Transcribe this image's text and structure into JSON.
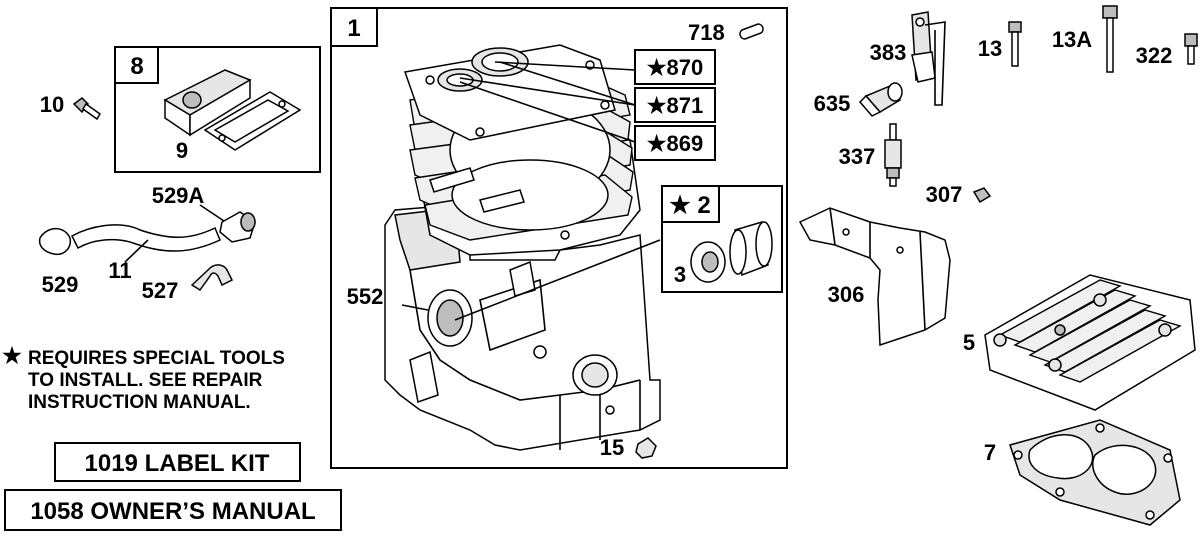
{
  "main_group": {
    "label": "1"
  },
  "sub_groups": {
    "group_8": {
      "label": "8"
    },
    "group_2": {
      "label": "★ 2"
    }
  },
  "callouts": {
    "p870": "★870",
    "p871": "★871",
    "p869": "★869",
    "p718": "718",
    "p552": "552",
    "p3": "3",
    "p15": "15",
    "p9": "9",
    "p10": "10",
    "p529A": "529A",
    "p529": "529",
    "p11": "11",
    "p527": "527",
    "p383": "383",
    "p13": "13",
    "p13A": "13A",
    "p322": "322",
    "p635": "635",
    "p337": "337",
    "p307": "307",
    "p306": "306",
    "p5": "5",
    "p7": "7"
  },
  "note": {
    "star": "★",
    "line1": "REQUIRES SPECIAL TOOLS",
    "line2": "TO INSTALL.  SEE REPAIR",
    "line3": "INSTRUCTION MANUAL."
  },
  "kits": {
    "label_kit": "1019 LABEL KIT",
    "owners_manual": "1058 OWNER’S MANUAL"
  }
}
